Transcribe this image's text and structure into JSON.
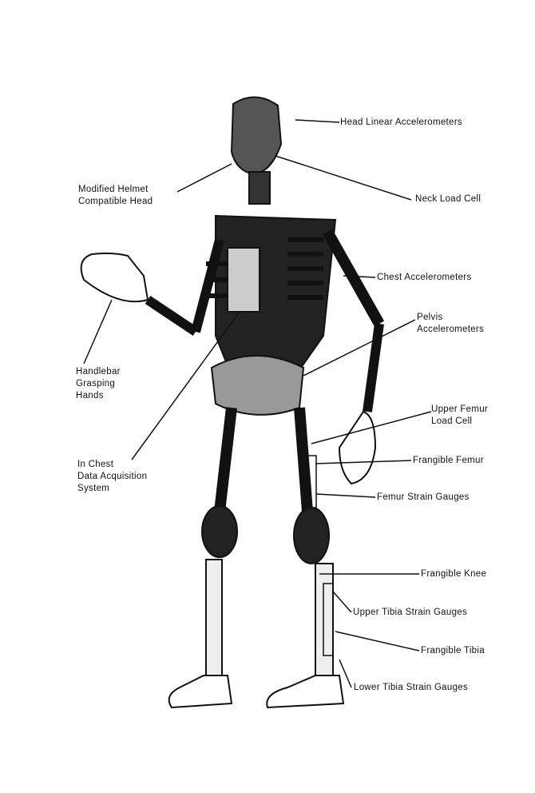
{
  "labels": {
    "head_linear": "Head Linear Accelerometers",
    "helmet_1": "Modified Helmet",
    "helmet_2": "Compatible Head",
    "neck": "Neck Load Cell",
    "chest_acc": "Chest Accelerometers",
    "pelvis_1": "Pelvis",
    "pelvis_2": "Accelerometers",
    "hands_1": "Handlebar",
    "hands_2": "Grasping",
    "hands_3": "Hands",
    "upper_femur_1": "Upper Femur",
    "upper_femur_2": "Load Cell",
    "daq_1": "In Chest",
    "daq_2": "Data Acquisition",
    "daq_3": "System",
    "frangible_femur": "Frangible Femur",
    "femur_strain": "Femur Strain Gauges",
    "frangible_knee": "Frangible Knee",
    "upper_tibia": "Upper Tibia Strain Gauges",
    "frangible_tibia": "Frangible Tibia",
    "lower_tibia": "Lower Tibia Strain Gauges"
  }
}
